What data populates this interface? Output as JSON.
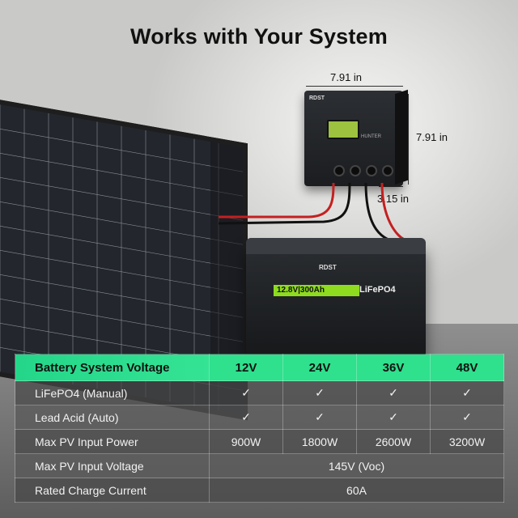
{
  "title": "Works with Your System",
  "dimensions": {
    "width": "7.91 in",
    "height": "7.91 in",
    "depth": "3.15 in"
  },
  "controller": {
    "brand": "RDST",
    "model": "HUNTER"
  },
  "battery": {
    "voltage_capacity": "12.8V|300Ah",
    "chemistry": "LiFePO4"
  },
  "table": {
    "header": [
      "Battery System Voltage",
      "12V",
      "24V",
      "36V",
      "48V"
    ],
    "rows": [
      {
        "label": "LiFePO4 (Manual)",
        "values": [
          "✓",
          "✓",
          "✓",
          "✓"
        ]
      },
      {
        "label": "Lead Acid (Auto)",
        "values": [
          "✓",
          "✓",
          "✓",
          "✓"
        ]
      },
      {
        "label": "Max PV Input Power",
        "values": [
          "900W",
          "1800W",
          "2600W",
          "3200W"
        ]
      },
      {
        "label": "Max PV Input Voltage",
        "values": [
          "145V (Voc)"
        ]
      },
      {
        "label": "Rated Charge Current",
        "values": [
          "60A"
        ]
      }
    ]
  },
  "colors": {
    "accent": "#2fe08d",
    "battery_label": "#8edb1f"
  }
}
